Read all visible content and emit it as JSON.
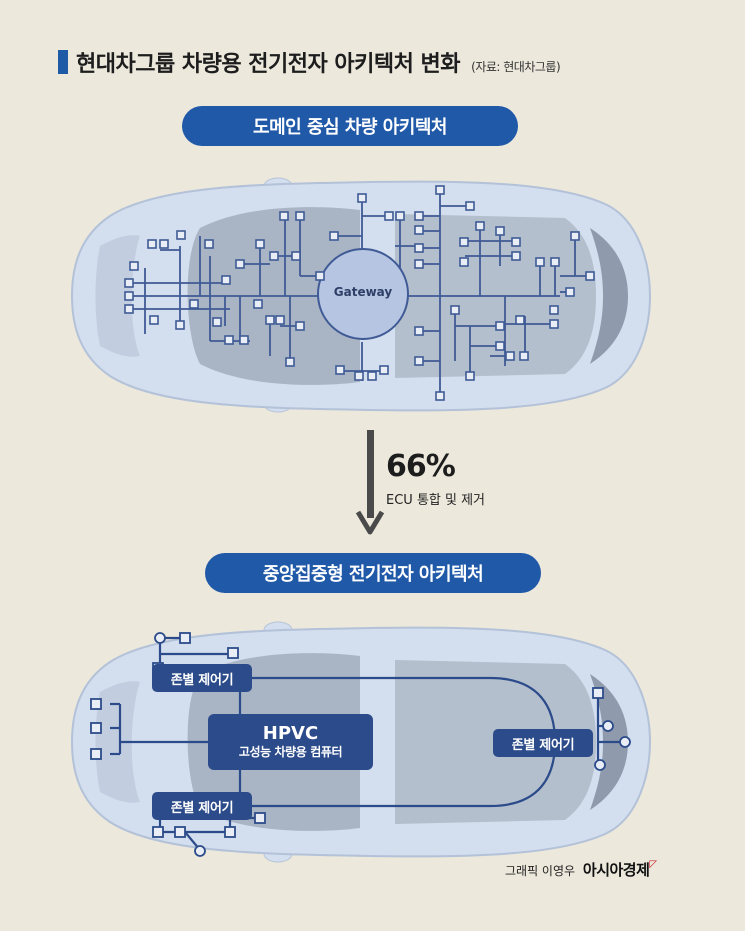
{
  "header": {
    "title": "현대차그룹 차량용 전기전자 아키텍처 변화",
    "source": "(자료: 현대차그룹)"
  },
  "top_section": {
    "pill_label": "도메인 중심 차량 아키텍처",
    "gateway_label": "Gateway"
  },
  "transition": {
    "percent": "66%",
    "caption": "ECU 통합 및 제거"
  },
  "bottom_section": {
    "pill_label": "중앙집중형 전기전자 아키텍처",
    "zone_labels": [
      "존별 제어기",
      "존별 제어기",
      "존별 제어기"
    ],
    "hpvc_title": "HPVC",
    "hpvc_subtitle": "고성능 차량용 컴퓨터"
  },
  "credit": {
    "prefix": "그래픽 이영우",
    "brand": "아시아경제"
  },
  "colors": {
    "background": "#ece8dc",
    "accent_blue": "#2059a8",
    "box_navy": "#2c4b8a",
    "car_body": "#d3deee",
    "car_glass": "#a9b4c4",
    "node_line": "#3f5a95"
  }
}
